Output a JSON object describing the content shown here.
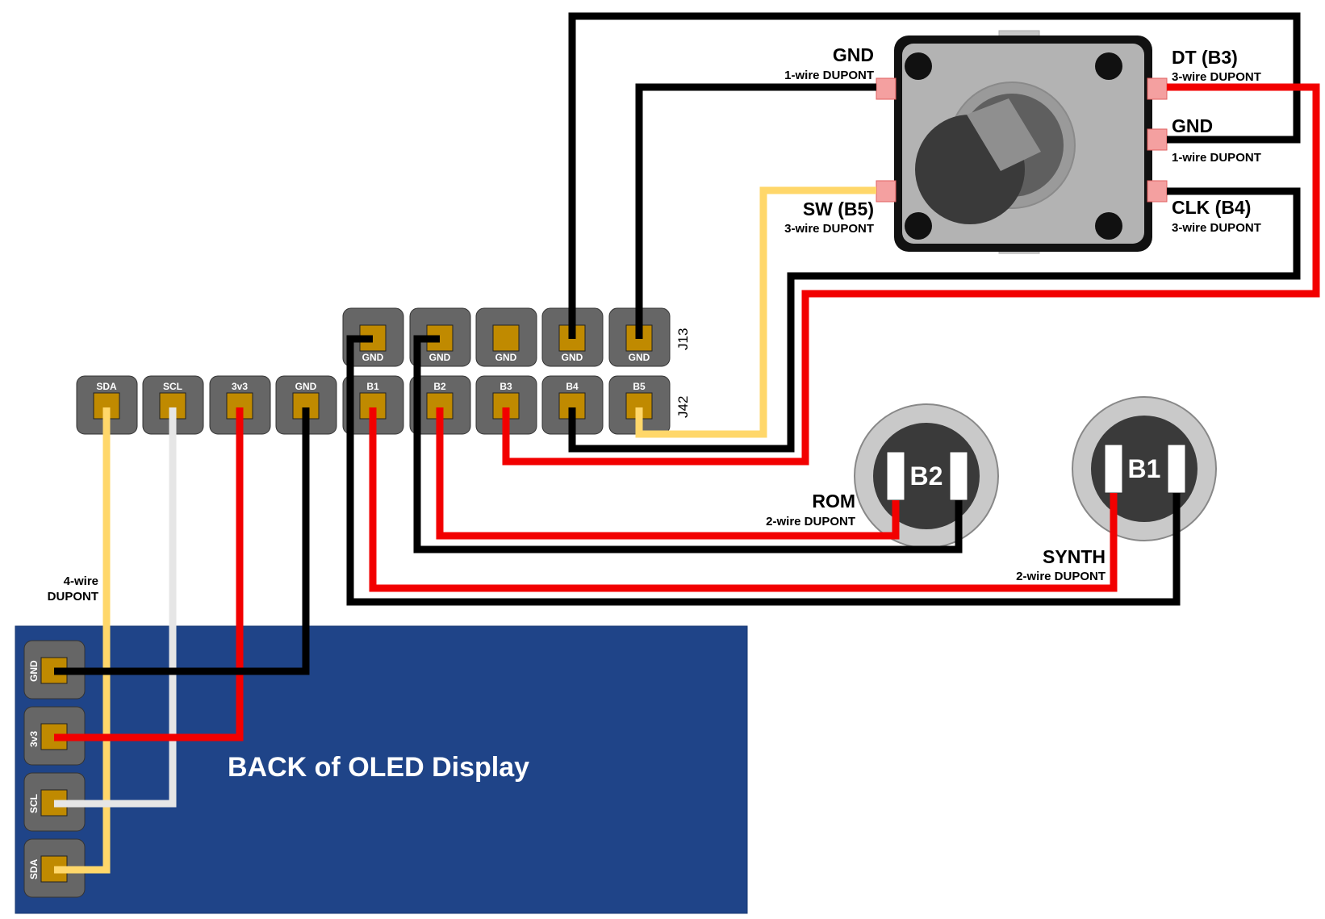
{
  "colors": {
    "wire_black": "#000000",
    "wire_red": "#f20000",
    "wire_yellow": "#ffd76a",
    "wire_white": "#e6e6e6",
    "pad": "#c08a00",
    "pin_block": "#666666",
    "oled_board": "#1f4488"
  },
  "headers": {
    "j13": {
      "name": "J13",
      "pins": [
        "GND",
        "GND",
        "GND",
        "GND",
        "GND"
      ]
    },
    "j42": {
      "pins": [
        "SDA",
        "SCL",
        "3v3",
        "GND",
        "B1",
        "B2",
        "B3",
        "B4",
        "B5"
      ],
      "name": "J42"
    }
  },
  "oled": {
    "label": "BACK of OLED Display",
    "pins": [
      "GND",
      "3v3",
      "SCL",
      "SDA"
    ]
  },
  "oled_wire_label": {
    "line1": "4-wire",
    "line2": "DUPONT"
  },
  "encoder": {
    "gnd_left": {
      "name": "GND",
      "wire": "1-wire DUPONT"
    },
    "sw": {
      "name": "SW (B5)",
      "wire": "3-wire DUPONT"
    },
    "dt": {
      "name": "DT (B3)",
      "wire": "3-wire DUPONT"
    },
    "gnd_right": {
      "name": "GND",
      "wire": "1-wire DUPONT"
    },
    "clk": {
      "name": "CLK (B4)",
      "wire": "3-wire DUPONT"
    }
  },
  "buttons": {
    "b2": {
      "label": "B2",
      "name": "ROM",
      "wire": "2-wire DUPONT"
    },
    "b1": {
      "label": "B1",
      "name": "SYNTH",
      "wire": "2-wire DUPONT"
    }
  },
  "icons": [
    "rotary-encoder-icon",
    "push-button-icon"
  ]
}
